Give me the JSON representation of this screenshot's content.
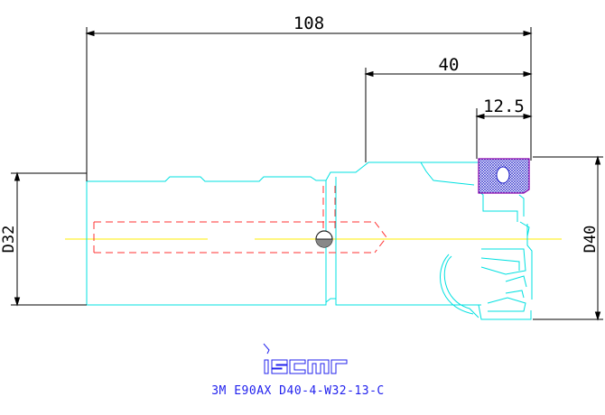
{
  "dimensions": {
    "overall_length": "108",
    "flute_length": "40",
    "insert_length": "12.5",
    "shank_diameter": "D32",
    "cutting_diameter": "D40"
  },
  "brand": {
    "logo_text": "iscar"
  },
  "caption": "3M E90AX D40-4-W32-13-C",
  "colors": {
    "outline": "#00e0e0",
    "hidden_lines": "#ff3030",
    "centerline": "#ffee00",
    "insert": "#2020c8",
    "dimension": "#000000",
    "caption": "#2222ee"
  }
}
